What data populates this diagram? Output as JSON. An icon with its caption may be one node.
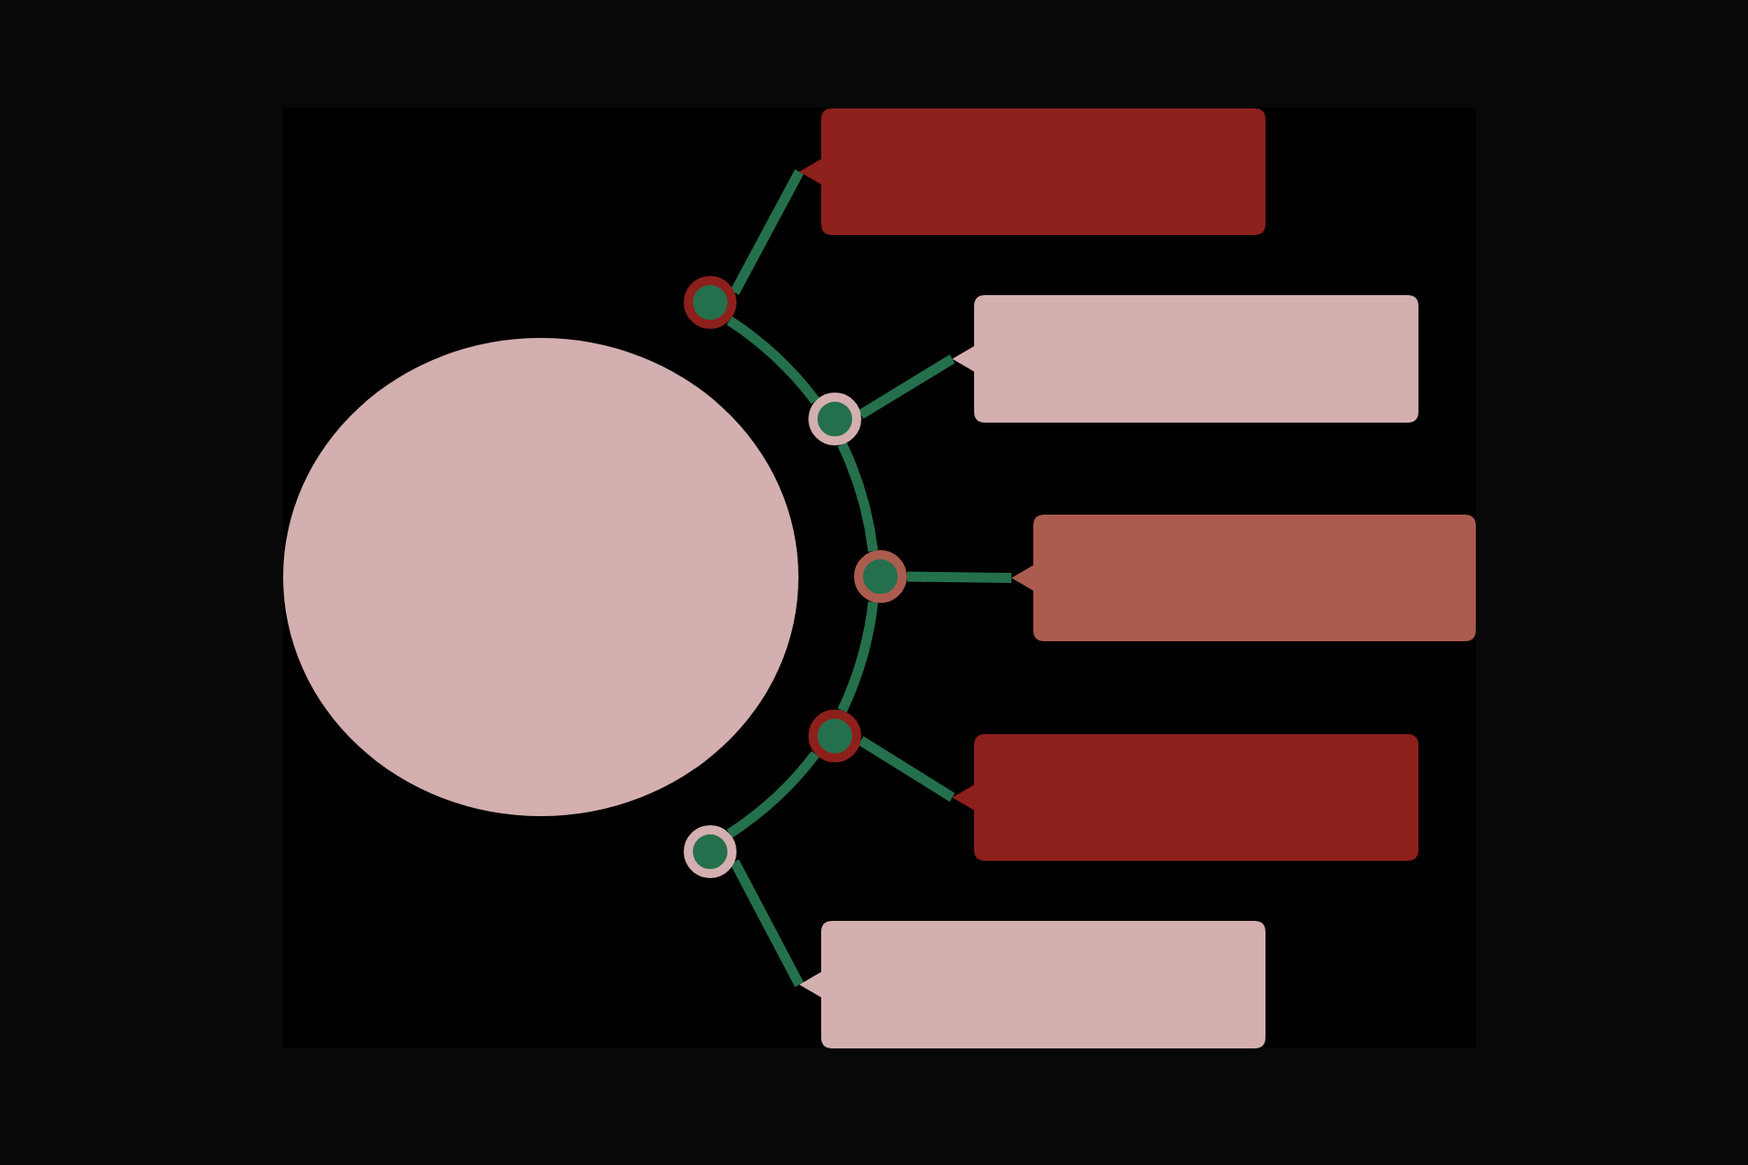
{
  "diagram": {
    "nodes": [
      {
        "text": [],
        "shape": "circle"
      },
      {
        "text": [],
        "shape": "circle"
      },
      {
        "text": [],
        "shape": "circle"
      },
      {
        "text": [],
        "shape": "circle"
      },
      {
        "text": [],
        "shape": "circle"
      },
      {
        "text": [],
        "shape": "circle"
      },
      {
        "text": [],
        "shape": "box"
      },
      {
        "text": [],
        "shape": "box"
      },
      {
        "text": [],
        "shape": "box"
      },
      {
        "text": [],
        "shape": "box"
      },
      {
        "text": [],
        "shape": "box"
      }
    ],
    "edges": [
      {
        "from": 1,
        "to": 6,
        "arrow": "none"
      },
      {
        "from": 2,
        "to": 7,
        "arrow": "none"
      },
      {
        "from": 3,
        "to": 8,
        "arrow": "none"
      },
      {
        "from": 4,
        "to": 9,
        "arrow": "none"
      },
      {
        "from": 5,
        "to": 10,
        "arrow": "none"
      },
      {
        "from": 1,
        "to": 2,
        "arrow": "none"
      },
      {
        "from": 2,
        "to": 3,
        "arrow": "none"
      },
      {
        "from": 3,
        "to": 4,
        "arrow": "none"
      },
      {
        "from": 4,
        "to": 5,
        "arrow": "none"
      }
    ]
  }
}
